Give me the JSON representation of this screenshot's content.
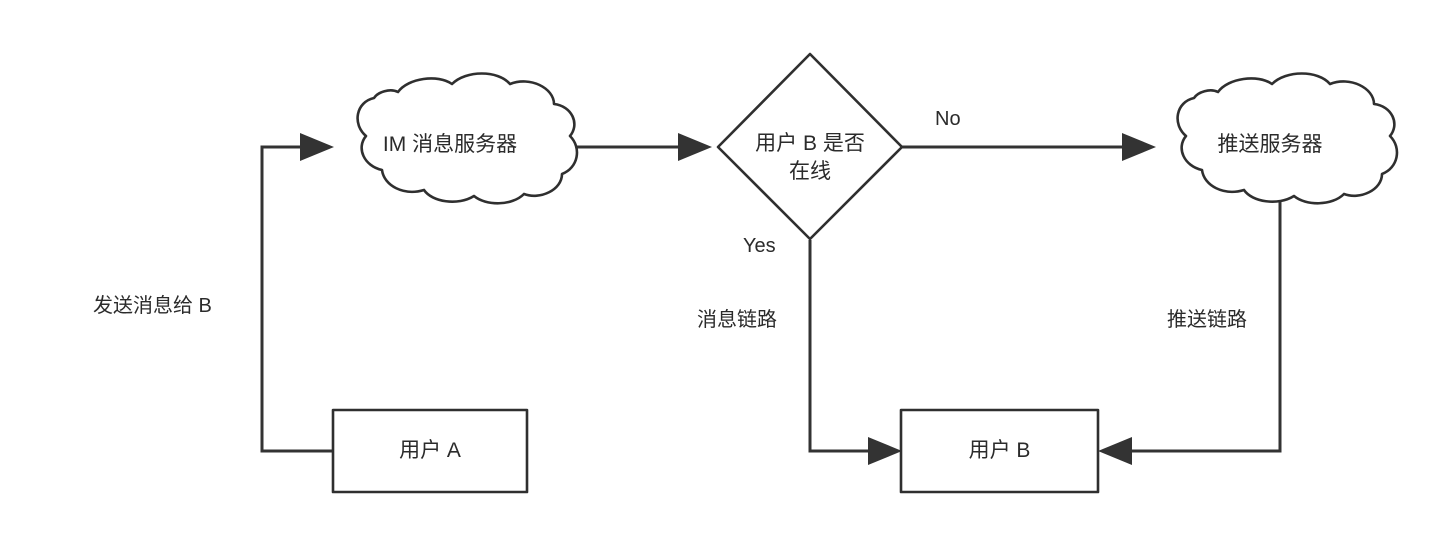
{
  "diagram": {
    "title": "IM message delivery flow",
    "background_color": "#ffffff",
    "stroke_color": "#333333",
    "text_color": "#2b2b2b",
    "nodes": [
      {
        "id": "im_server",
        "shape": "cloud",
        "label": "IM 消息服务器"
      },
      {
        "id": "decision",
        "shape": "diamond",
        "label": "用户 B 是否\n在线"
      },
      {
        "id": "push_server",
        "shape": "cloud",
        "label": "推送服务器"
      },
      {
        "id": "user_a",
        "shape": "rectangle",
        "label": "用户 A"
      },
      {
        "id": "user_b",
        "shape": "rectangle",
        "label": "用户 B"
      }
    ],
    "edges": [
      {
        "id": "a_to_im",
        "from": "user_a",
        "to": "im_server",
        "label": "发送消息给 B"
      },
      {
        "id": "im_to_decision",
        "from": "im_server",
        "to": "decision",
        "label": ""
      },
      {
        "id": "decision_no",
        "from": "decision",
        "to": "push_server",
        "label": "No"
      },
      {
        "id": "decision_yes",
        "from": "decision",
        "to": "user_b",
        "label": "Yes"
      },
      {
        "id": "msg_chain",
        "from": "decision",
        "to": "user_b",
        "label": "消息链路"
      },
      {
        "id": "push_chain",
        "from": "push_server",
        "to": "user_b",
        "label": "推送链路"
      }
    ],
    "labels": {
      "im_server": "IM 消息服务器",
      "push_server": "推送服务器",
      "decision": "用户 B 是否\n在线",
      "user_a": "用户 A",
      "user_b": "用户 B",
      "send_message": "发送消息给 B",
      "no": "No",
      "yes": "Yes",
      "message_chain": "消息链路",
      "push_chain": "推送链路"
    }
  }
}
